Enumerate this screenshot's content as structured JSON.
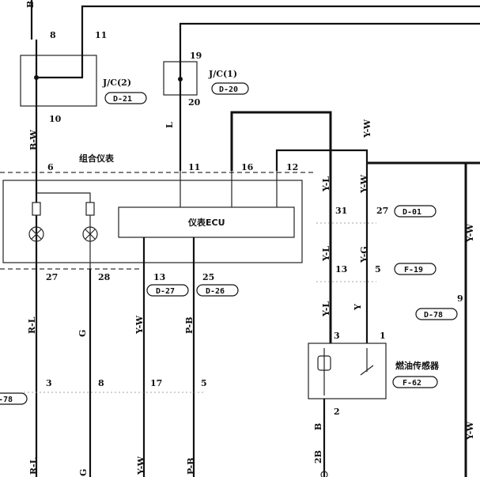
{
  "blocks": {
    "jc2": {
      "label": "J/C(2)",
      "ref": "D-21"
    },
    "jc1": {
      "label": "J/C(1)",
      "ref": "D-20"
    },
    "cluster": {
      "label": "组合仪表"
    },
    "ecu": {
      "label": "仪表ECU"
    },
    "fuel_sensor": {
      "label": "燃油传感器",
      "ref": "F-62"
    }
  },
  "connectors": {
    "d01": "D-01",
    "f19": "F-19",
    "d27": "D-27",
    "d26": "D-26",
    "d78_right": "D-78",
    "d78_left": "-78"
  },
  "pins": {
    "top_left_b": "B",
    "jc2_in_a": "8",
    "jc2_in_b": "11",
    "jc2_out": "10",
    "jc1_in": "19",
    "jc1_out": "20",
    "cl_6": "6",
    "cl_11": "11",
    "cl_16": "16",
    "cl_12": "12",
    "cl_27": "27",
    "cl_28": "28",
    "ecu_13": "13",
    "ecu_25": "25",
    "p31": "31",
    "p27": "27",
    "p13": "13",
    "p5": "5",
    "p9": "9",
    "s3": "3",
    "s1": "1",
    "s2": "2",
    "b3": "3",
    "b8": "8",
    "b17": "17",
    "b5": "5",
    "g2b": "2B"
  },
  "wires": {
    "bw": "B-W",
    "l": "L",
    "yw_top": "Y-W",
    "yl_a": "Y-L",
    "yw_b": "Y-W",
    "yl_b": "Y-L",
    "yg": "Y-G",
    "yl_c": "Y-L",
    "y": "Y",
    "yw_right": "Y-W",
    "rl": "R-L",
    "g": "G",
    "yw_c": "Y-W",
    "pb": "P-B",
    "b": "B",
    "yw_bot": "Y-W",
    "rl_bot": "R-L",
    "g_bot": "G",
    "yw_bot2": "Y-W",
    "pb_bot": "P-B"
  }
}
